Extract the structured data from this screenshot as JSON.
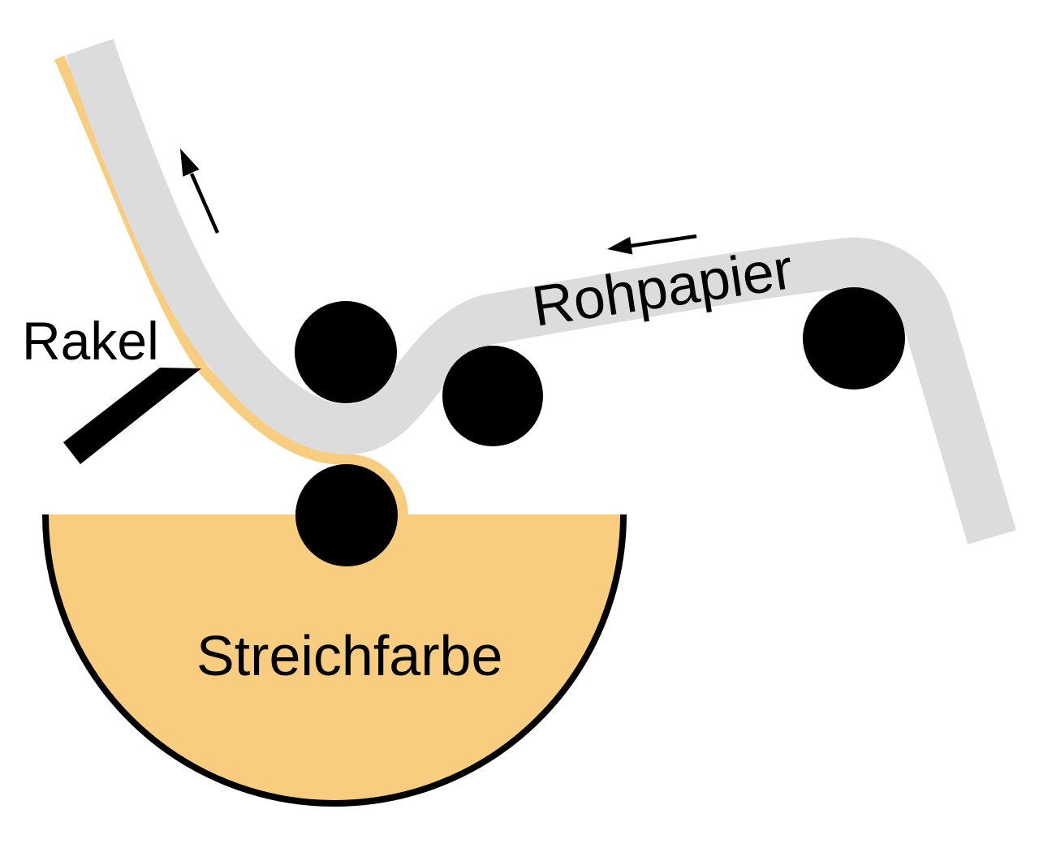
{
  "diagram": {
    "labels": {
      "doctor_blade": "Rakel",
      "base_paper": "Rohpapier",
      "coating_color": "Streichfarbe"
    },
    "colors": {
      "paper_web_gray": "#dcdcdc",
      "coating_orange": "#f8cd80",
      "roller_black": "#000000",
      "outline_black": "#000000",
      "label_text": "#000000",
      "background": "#ffffff"
    }
  }
}
